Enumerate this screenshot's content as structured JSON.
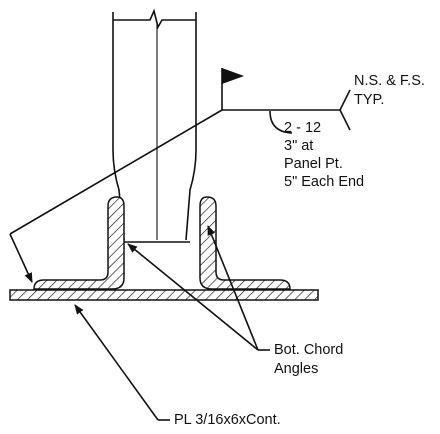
{
  "weld_symbol": {
    "size_length": "2 - 12",
    "spacing_panel": "3\" at",
    "spacing_panel_2": "Panel Pt.",
    "spacing_ends": "5\" Each End",
    "tail_note_1": "N.S. & F.S.",
    "tail_note_2": "TYP."
  },
  "labels": {
    "chord_angles_1": "Bot. Chord",
    "chord_angles_2": "Angles",
    "plate": "PL 3/16x6xCont."
  },
  "colors": {
    "line": "#111111",
    "background": "#ffffff"
  }
}
